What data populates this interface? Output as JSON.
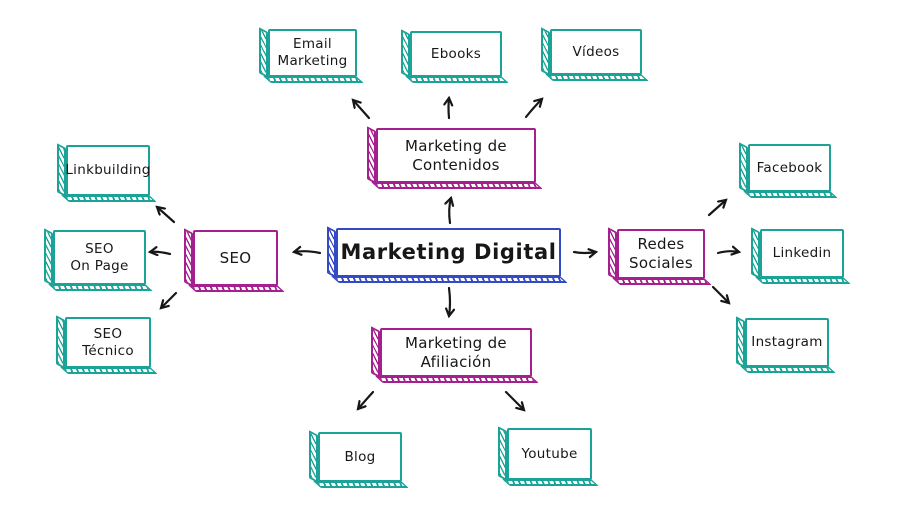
{
  "diagram": {
    "type": "mindmap",
    "center": {
      "label": "Marketing Digital"
    },
    "branches": [
      {
        "label": "Marketing de\nContenidos",
        "children": [
          "Email\nMarketing",
          "Ebooks",
          "Vídeos"
        ]
      },
      {
        "label": "SEO",
        "children": [
          "Linkbuilding",
          "SEO\nOn Page",
          "SEO Técnico"
        ]
      },
      {
        "label": "Redes\nSociales",
        "children": [
          "Facebook",
          "Linkedin",
          "Instagram"
        ]
      },
      {
        "label": "Marketing de\nAfiliación",
        "children": [
          "Blog",
          "Youtube"
        ]
      }
    ],
    "colors": {
      "center": "#3449c4",
      "branch": "#a4208e",
      "leaf": "#1aa396",
      "arrow": "#171717",
      "text": "#171717",
      "background": "#ffffff"
    }
  }
}
